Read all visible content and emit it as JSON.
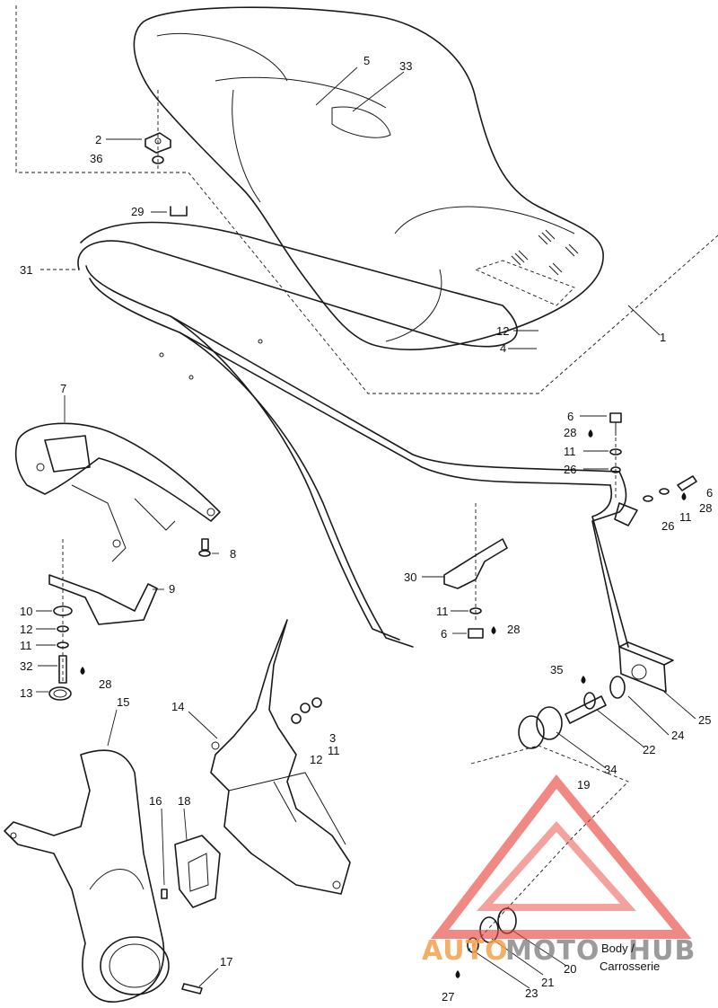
{
  "callouts": [
    {
      "id": "c5",
      "text": "5"
    },
    {
      "id": "c33",
      "text": "33"
    },
    {
      "id": "c2",
      "text": "2"
    },
    {
      "id": "c36",
      "text": "36"
    },
    {
      "id": "c29",
      "text": "29"
    },
    {
      "id": "c31",
      "text": "31"
    },
    {
      "id": "c12a",
      "text": "12"
    },
    {
      "id": "c4",
      "text": "4"
    },
    {
      "id": "c1",
      "text": "1"
    },
    {
      "id": "c7",
      "text": "7"
    },
    {
      "id": "c6a",
      "text": "6"
    },
    {
      "id": "c28a",
      "text": "28"
    },
    {
      "id": "c11a",
      "text": "11"
    },
    {
      "id": "c26a",
      "text": "26"
    },
    {
      "id": "c6b",
      "text": "6"
    },
    {
      "id": "c28b",
      "text": "28"
    },
    {
      "id": "c11b",
      "text": "11"
    },
    {
      "id": "c26b",
      "text": "26"
    },
    {
      "id": "c8",
      "text": "8"
    },
    {
      "id": "c9",
      "text": "9"
    },
    {
      "id": "c30",
      "text": "30"
    },
    {
      "id": "c10",
      "text": "10"
    },
    {
      "id": "c12b",
      "text": "12"
    },
    {
      "id": "c11c",
      "text": "11"
    },
    {
      "id": "c32",
      "text": "32"
    },
    {
      "id": "c28c",
      "text": "28"
    },
    {
      "id": "c13",
      "text": "13"
    },
    {
      "id": "c11d",
      "text": "11"
    },
    {
      "id": "c6c",
      "text": "6"
    },
    {
      "id": "c28d",
      "text": "28"
    },
    {
      "id": "c35",
      "text": "35"
    },
    {
      "id": "c15",
      "text": "15"
    },
    {
      "id": "c14",
      "text": "14"
    },
    {
      "id": "c3",
      "text": "3"
    },
    {
      "id": "c12c",
      "text": "12"
    },
    {
      "id": "c11e",
      "text": "11"
    },
    {
      "id": "c25",
      "text": "25"
    },
    {
      "id": "c24",
      "text": "24"
    },
    {
      "id": "c22",
      "text": "22"
    },
    {
      "id": "c34",
      "text": "34"
    },
    {
      "id": "c19",
      "text": "19"
    },
    {
      "id": "c16",
      "text": "16"
    },
    {
      "id": "c18",
      "text": "18"
    },
    {
      "id": "c17",
      "text": "17"
    },
    {
      "id": "c20",
      "text": "20"
    },
    {
      "id": "c21",
      "text": "21"
    },
    {
      "id": "c23",
      "text": "23"
    },
    {
      "id": "c27",
      "text": "27"
    }
  ],
  "body_label": {
    "line1": "Body /",
    "line2": "Carrosserie"
  },
  "watermark": {
    "part1": "AUTO",
    "part2": "MOTO",
    "part3": "HUB",
    "color_orange": "#f3a04b",
    "color_gray": "#8a8a8a",
    "color_red": "#e8473f"
  }
}
